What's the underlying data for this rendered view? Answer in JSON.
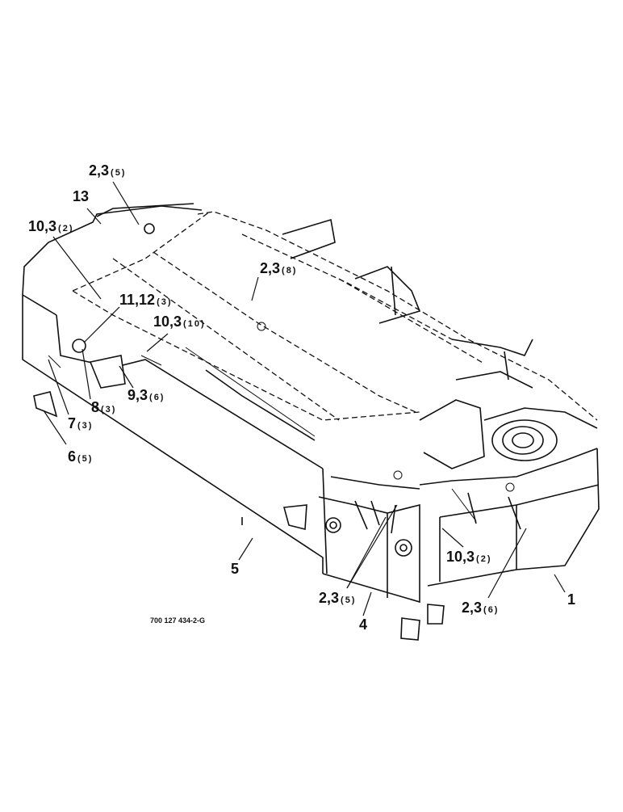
{
  "drawing": {
    "drawing_number": "700 127 434-2-G",
    "callouts": [
      {
        "id": "c-2-3-5-top",
        "main": "2,3",
        "qty": "(5)"
      },
      {
        "id": "c-13",
        "main": "13",
        "qty": ""
      },
      {
        "id": "c-10-3-2-left",
        "main": "10,3",
        "qty": "(2)"
      },
      {
        "id": "c-2-3-8",
        "main": "2,3",
        "qty": "(8)"
      },
      {
        "id": "c-11-12-3",
        "main": "11,12",
        "qty": "(3)"
      },
      {
        "id": "c-10-3-10",
        "main": "10,3",
        "qty": "(10)"
      },
      {
        "id": "c-9-3-6",
        "main": "9,3",
        "qty": "(6)"
      },
      {
        "id": "c-8-3",
        "main": "8",
        "qty": "(3)"
      },
      {
        "id": "c-7-3",
        "main": "7",
        "qty": "(3)"
      },
      {
        "id": "c-6-5",
        "main": "6",
        "qty": "(5)"
      },
      {
        "id": "c-5",
        "main": "5",
        "qty": ""
      },
      {
        "id": "c-10-3-2-right",
        "main": "10,3",
        "qty": "(2)"
      },
      {
        "id": "c-2-3-5-bottom",
        "main": "2,3",
        "qty": "(5)"
      },
      {
        "id": "c-2-3-6",
        "main": "2,3",
        "qty": "(6)"
      },
      {
        "id": "c-1",
        "main": "1",
        "qty": ""
      },
      {
        "id": "c-4",
        "main": "4",
        "qty": ""
      }
    ]
  }
}
